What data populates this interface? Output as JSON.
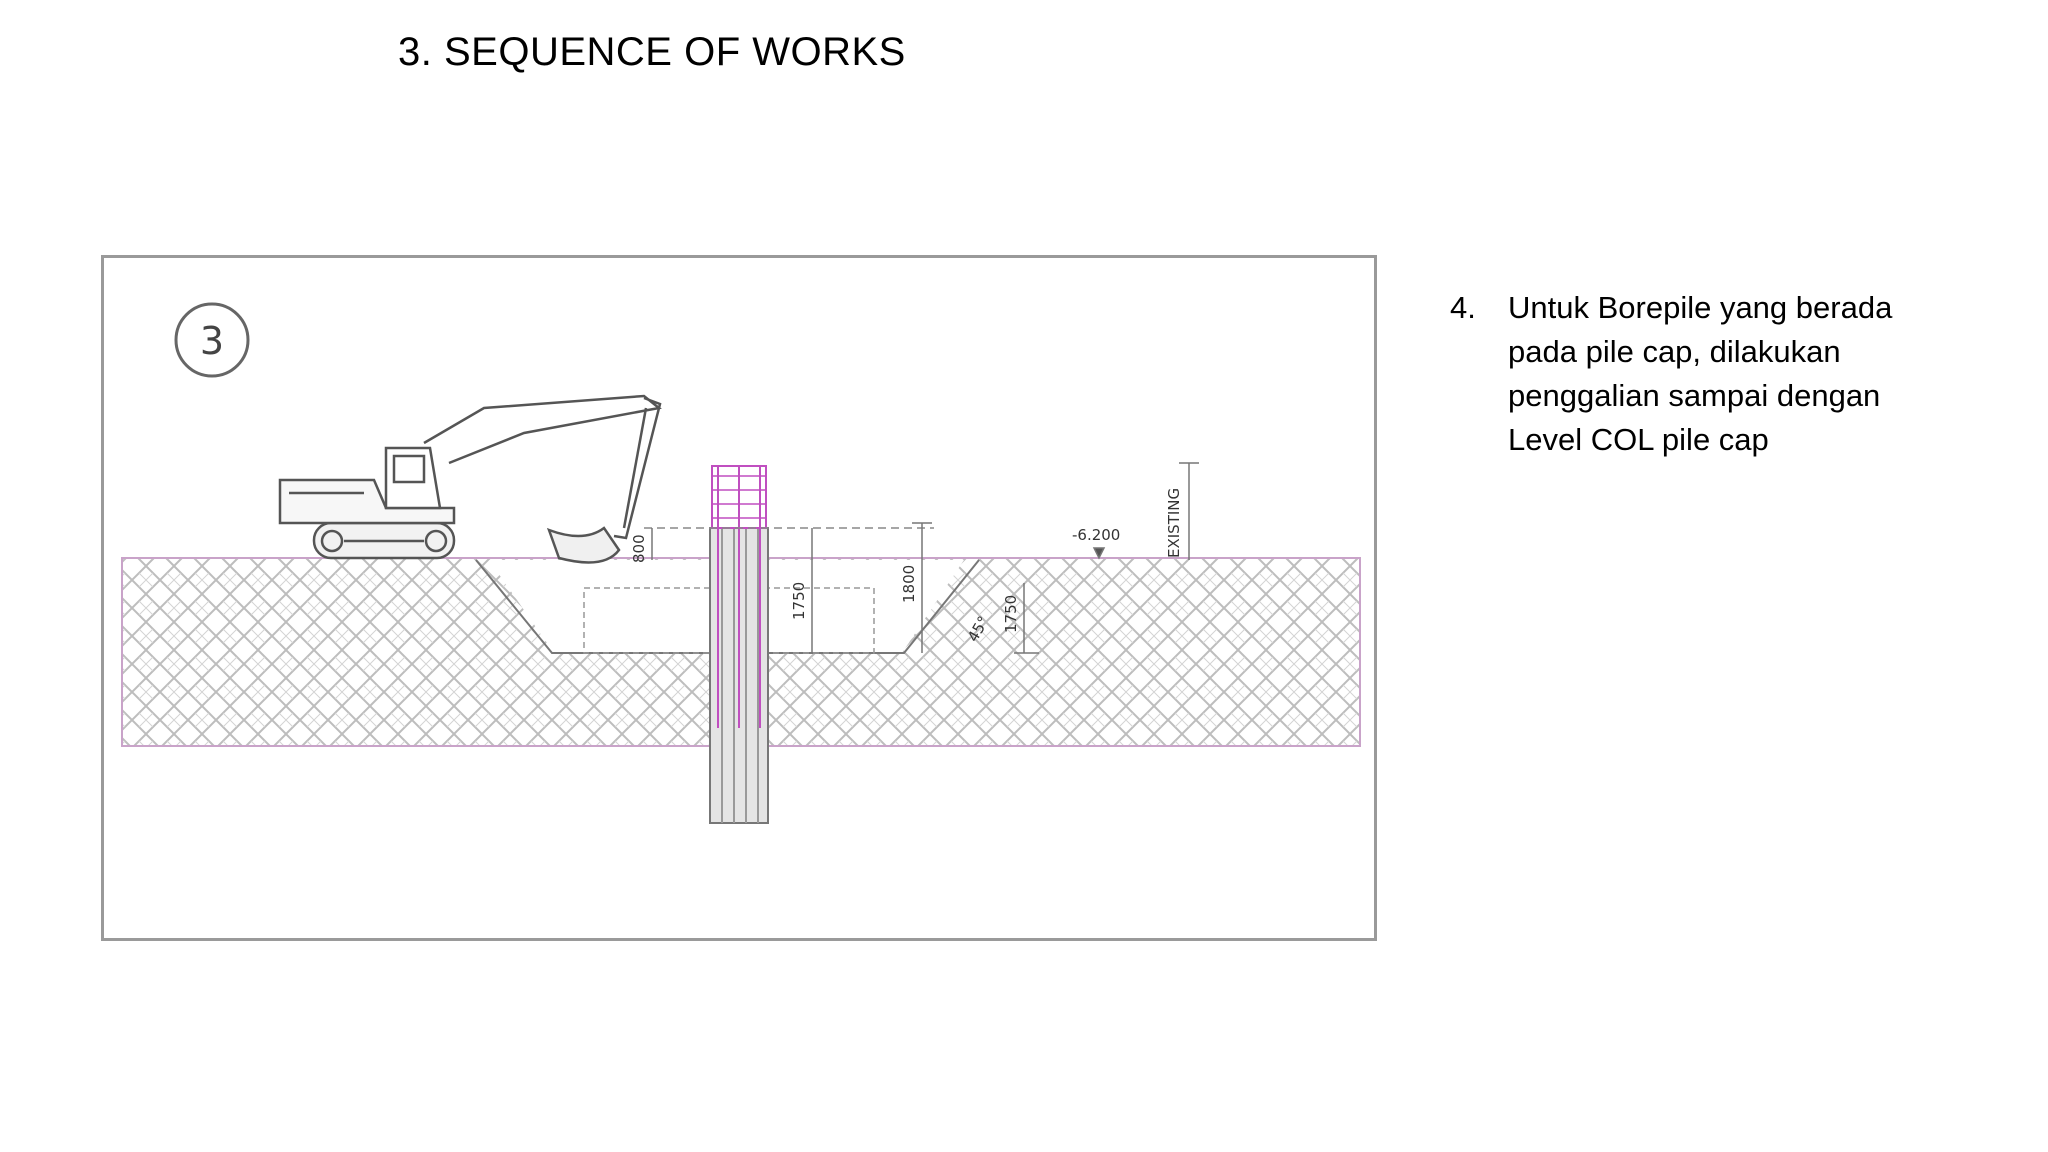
{
  "slide": {
    "title": "3. SEQUENCE OF WORKS"
  },
  "drawing": {
    "step_marker": "3",
    "dimensions": {
      "d1": "800",
      "d2": "1750",
      "d3": "1800",
      "d4": "1750",
      "slope": "45°",
      "level": "-6.200",
      "right_label": "EXISTING"
    },
    "colors": {
      "ground_outline": "#c9a3c9",
      "hatch": "#b8b8b8",
      "pile_rebar": "#c04fc0",
      "line": "#555555"
    }
  },
  "bullets": {
    "number": "4.",
    "lines": [
      "Untuk Borepile yang berada",
      "pada pile cap, dilakukan",
      "penggalian sampai dengan",
      "Level COL pile cap"
    ]
  }
}
